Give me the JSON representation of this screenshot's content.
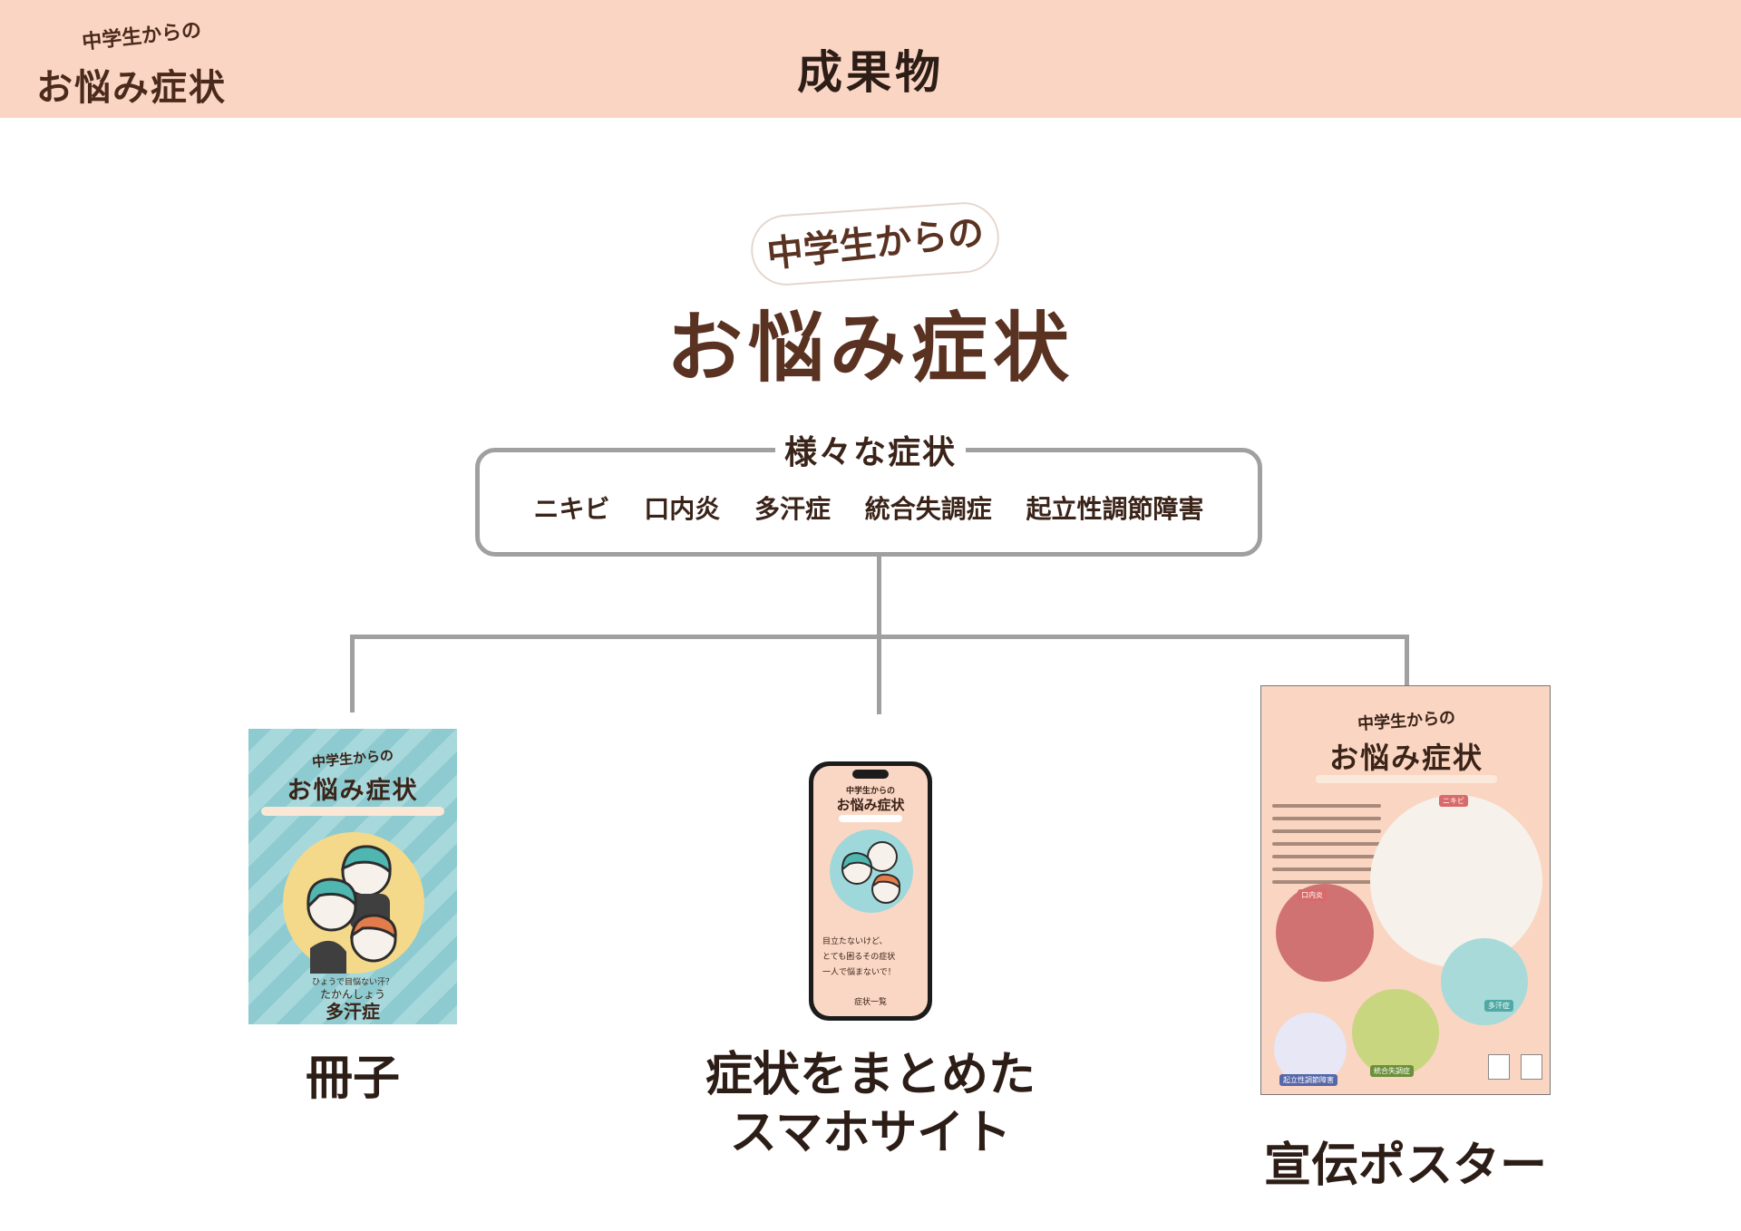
{
  "header": {
    "logo_small": "中学生からの",
    "logo_big": "お悩み症状",
    "title": "成果物"
  },
  "main_logo": {
    "small": "中学生からの",
    "big": "お悩み症状"
  },
  "symptoms": {
    "title": "様々な症状",
    "items": [
      "ニキビ",
      "口内炎",
      "多汗症",
      "統合失調症",
      "起立性調節障害"
    ]
  },
  "outputs": {
    "booklet": {
      "caption": "冊子",
      "cover_small": "中学生からの",
      "cover_big": "お悩み症状",
      "cover_ruby_label": "ひょうで目悩ない汗？",
      "cover_ruby": "たかんしょう",
      "cover_title": "多汗症"
    },
    "phone": {
      "caption_line1": "症状をまとめた",
      "caption_line2": "スマホサイト",
      "screen_small": "中学生からの",
      "screen_big": "お悩み症状",
      "screen_text": [
        "目立たないけど、",
        "とても困るその症状",
        "一人で悩まないで！"
      ],
      "screen_button": "症状一覧"
    },
    "poster": {
      "caption": "宣伝ポスター",
      "poster_small": "中学生からの",
      "poster_big": "お悩み症状",
      "tags": [
        "ニキビ",
        "口内炎",
        "多汗症",
        "統合失調症",
        "起立性調節障害"
      ]
    }
  },
  "colors": {
    "header_bg": "#fad5c3",
    "brown": "#5a3222",
    "connector": "#a0a0a0",
    "booklet_blue": "#8dcbd0",
    "poster_bg": "#fad5c2"
  }
}
